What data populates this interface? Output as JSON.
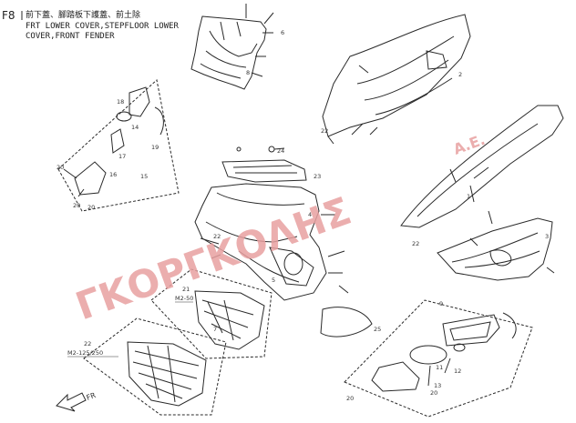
{
  "header": {
    "figure_code": "F8",
    "title_chinese": "前下蓋、腳踏板下護蓋、前土除",
    "title_line1": "FRT LOWER COVER,STEPFLOOR LOWER",
    "title_line2": "COVER,FRONT FENDER"
  },
  "watermark": {
    "main": "ΓΚΟΡΓΚΟΛΗΣ",
    "suffix": "Α.Ε.",
    "color": "#e8a0a0"
  },
  "direction": {
    "label": "FR"
  },
  "variant_labels": {
    "a": {
      "num": "21",
      "model": "M2-50"
    },
    "b": {
      "num": "22",
      "model": "M2-125/250"
    }
  },
  "callouts": {
    "c1": "1",
    "c2": "2",
    "c3": "3",
    "c4": "4",
    "c5": "5",
    "c6": "6",
    "c7": "7",
    "c8": "8",
    "c9": "9",
    "c11": "11",
    "c12": "12",
    "c13": "13",
    "c14": "14",
    "c15": "15",
    "c16": "16",
    "c17": "17",
    "c18": "18",
    "c19": "19",
    "c20a": "20",
    "c20b": "20",
    "c20c": "20",
    "c20d": "20",
    "c22a": "22",
    "c22b": "22",
    "c22c": "22",
    "c23": "23",
    "c24": "24",
    "c25": "25"
  },
  "colors": {
    "line": "#2a2a2a",
    "label": "#333333"
  }
}
